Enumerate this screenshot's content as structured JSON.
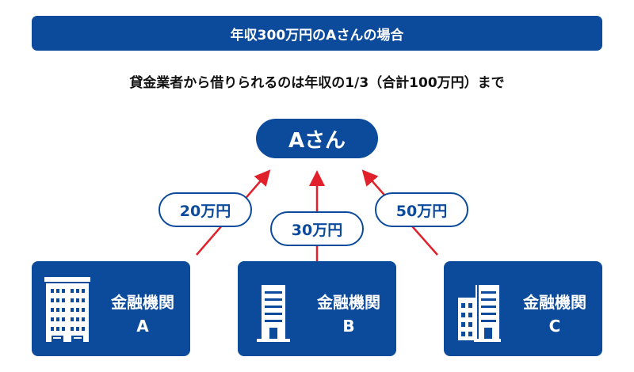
{
  "header": {
    "title": "年収300万円のAさんの場合"
  },
  "subtitle": "貸金業者から借りられるのは年収の1/3（合計100万円）まで",
  "borrower": {
    "label": "Aさん"
  },
  "loans": [
    {
      "amount": "20万円"
    },
    {
      "amount": "30万円"
    },
    {
      "amount": "50万円"
    }
  ],
  "banks": [
    {
      "name": "金融機関",
      "letter": "A"
    },
    {
      "name": "金融機関",
      "letter": "B"
    },
    {
      "name": "金融機関",
      "letter": "C"
    }
  ],
  "colors": {
    "primary": "#0c4a9b",
    "arrow": "#e0202a"
  }
}
